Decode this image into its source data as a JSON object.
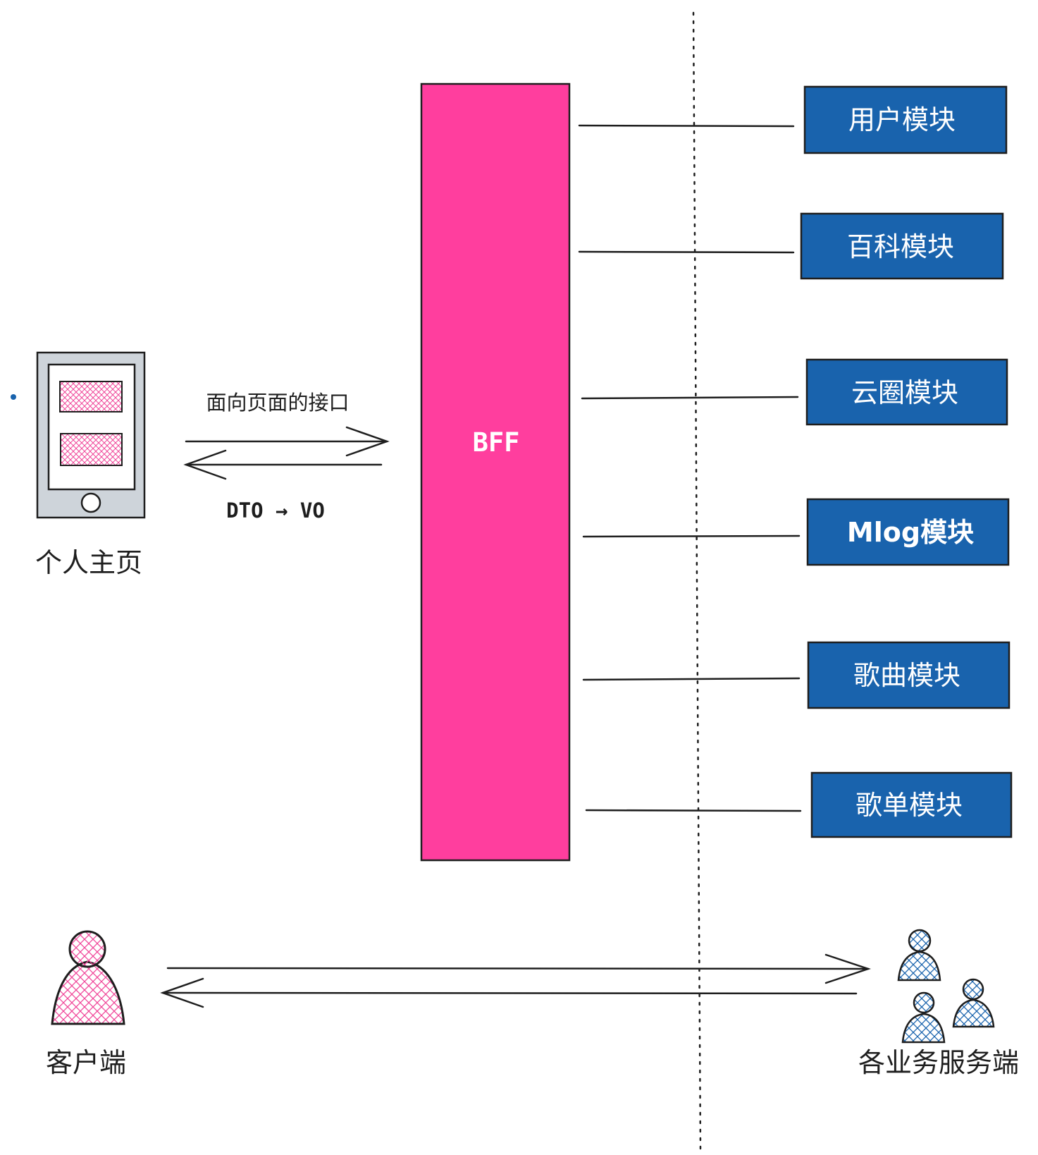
{
  "colors": {
    "bff_fill": "#ff3e9e",
    "module_fill": "#1963ad",
    "module_text": "#ffffff",
    "stroke": "#1e1e1e",
    "hatch_pink": "#f0479a",
    "hatch_blue": "#1963ad",
    "dot_blue": "#1963ad"
  },
  "client_page": {
    "label": "个人主页",
    "icon": "phone-icon"
  },
  "interface": {
    "label": "面向页面的接口",
    "transform": "DTO → VO"
  },
  "bff": {
    "label": "BFF"
  },
  "modules": [
    {
      "label": "用户模块"
    },
    {
      "label": "百科模块"
    },
    {
      "label": "云圈模块"
    },
    {
      "label": "Mlog模块"
    },
    {
      "label": "歌曲模块"
    },
    {
      "label": "歌单模块"
    }
  ],
  "bottom": {
    "client_label": "客户端",
    "client_icon": "person-icon",
    "server_label": "各业务服务端",
    "server_icon": "people-group-icon"
  }
}
